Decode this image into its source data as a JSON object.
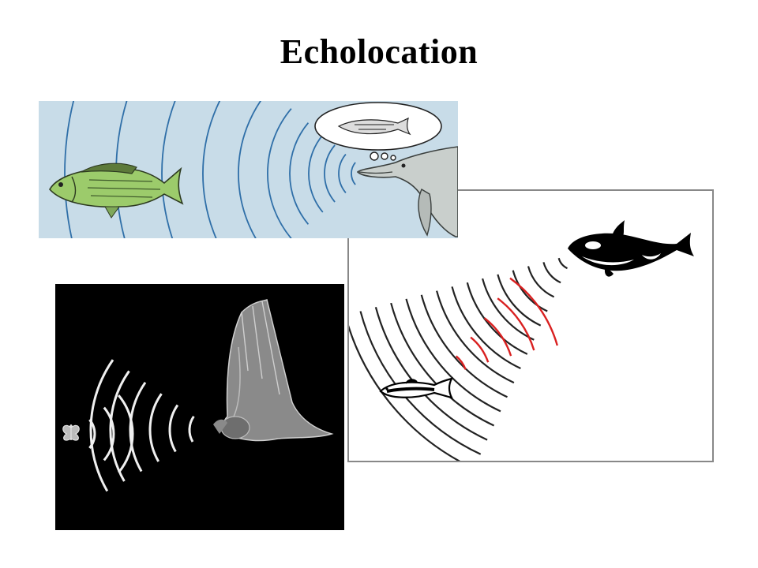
{
  "slide": {
    "title": "Echolocation"
  },
  "colors": {
    "background": "#ffffff",
    "water": "#c8dce8",
    "wave_blue": "#2f6fa8",
    "wave_black": "#222222",
    "echo_red": "#d92020",
    "bat_panel_bg": "#000000",
    "wave_white": "#f0f0f0",
    "fish_green": "#9ccb6b",
    "dolphin_grey": "#c9cfcc"
  },
  "illustrations": [
    {
      "name": "dolphin-echolocation-illustration",
      "subjects": [
        "fish",
        "dolphin",
        "thought-bubble"
      ]
    },
    {
      "name": "orca-echolocation-illustration",
      "subjects": [
        "orca",
        "salmon"
      ]
    },
    {
      "name": "bat-echolocation-illustration",
      "subjects": [
        "bat",
        "moth"
      ]
    }
  ]
}
